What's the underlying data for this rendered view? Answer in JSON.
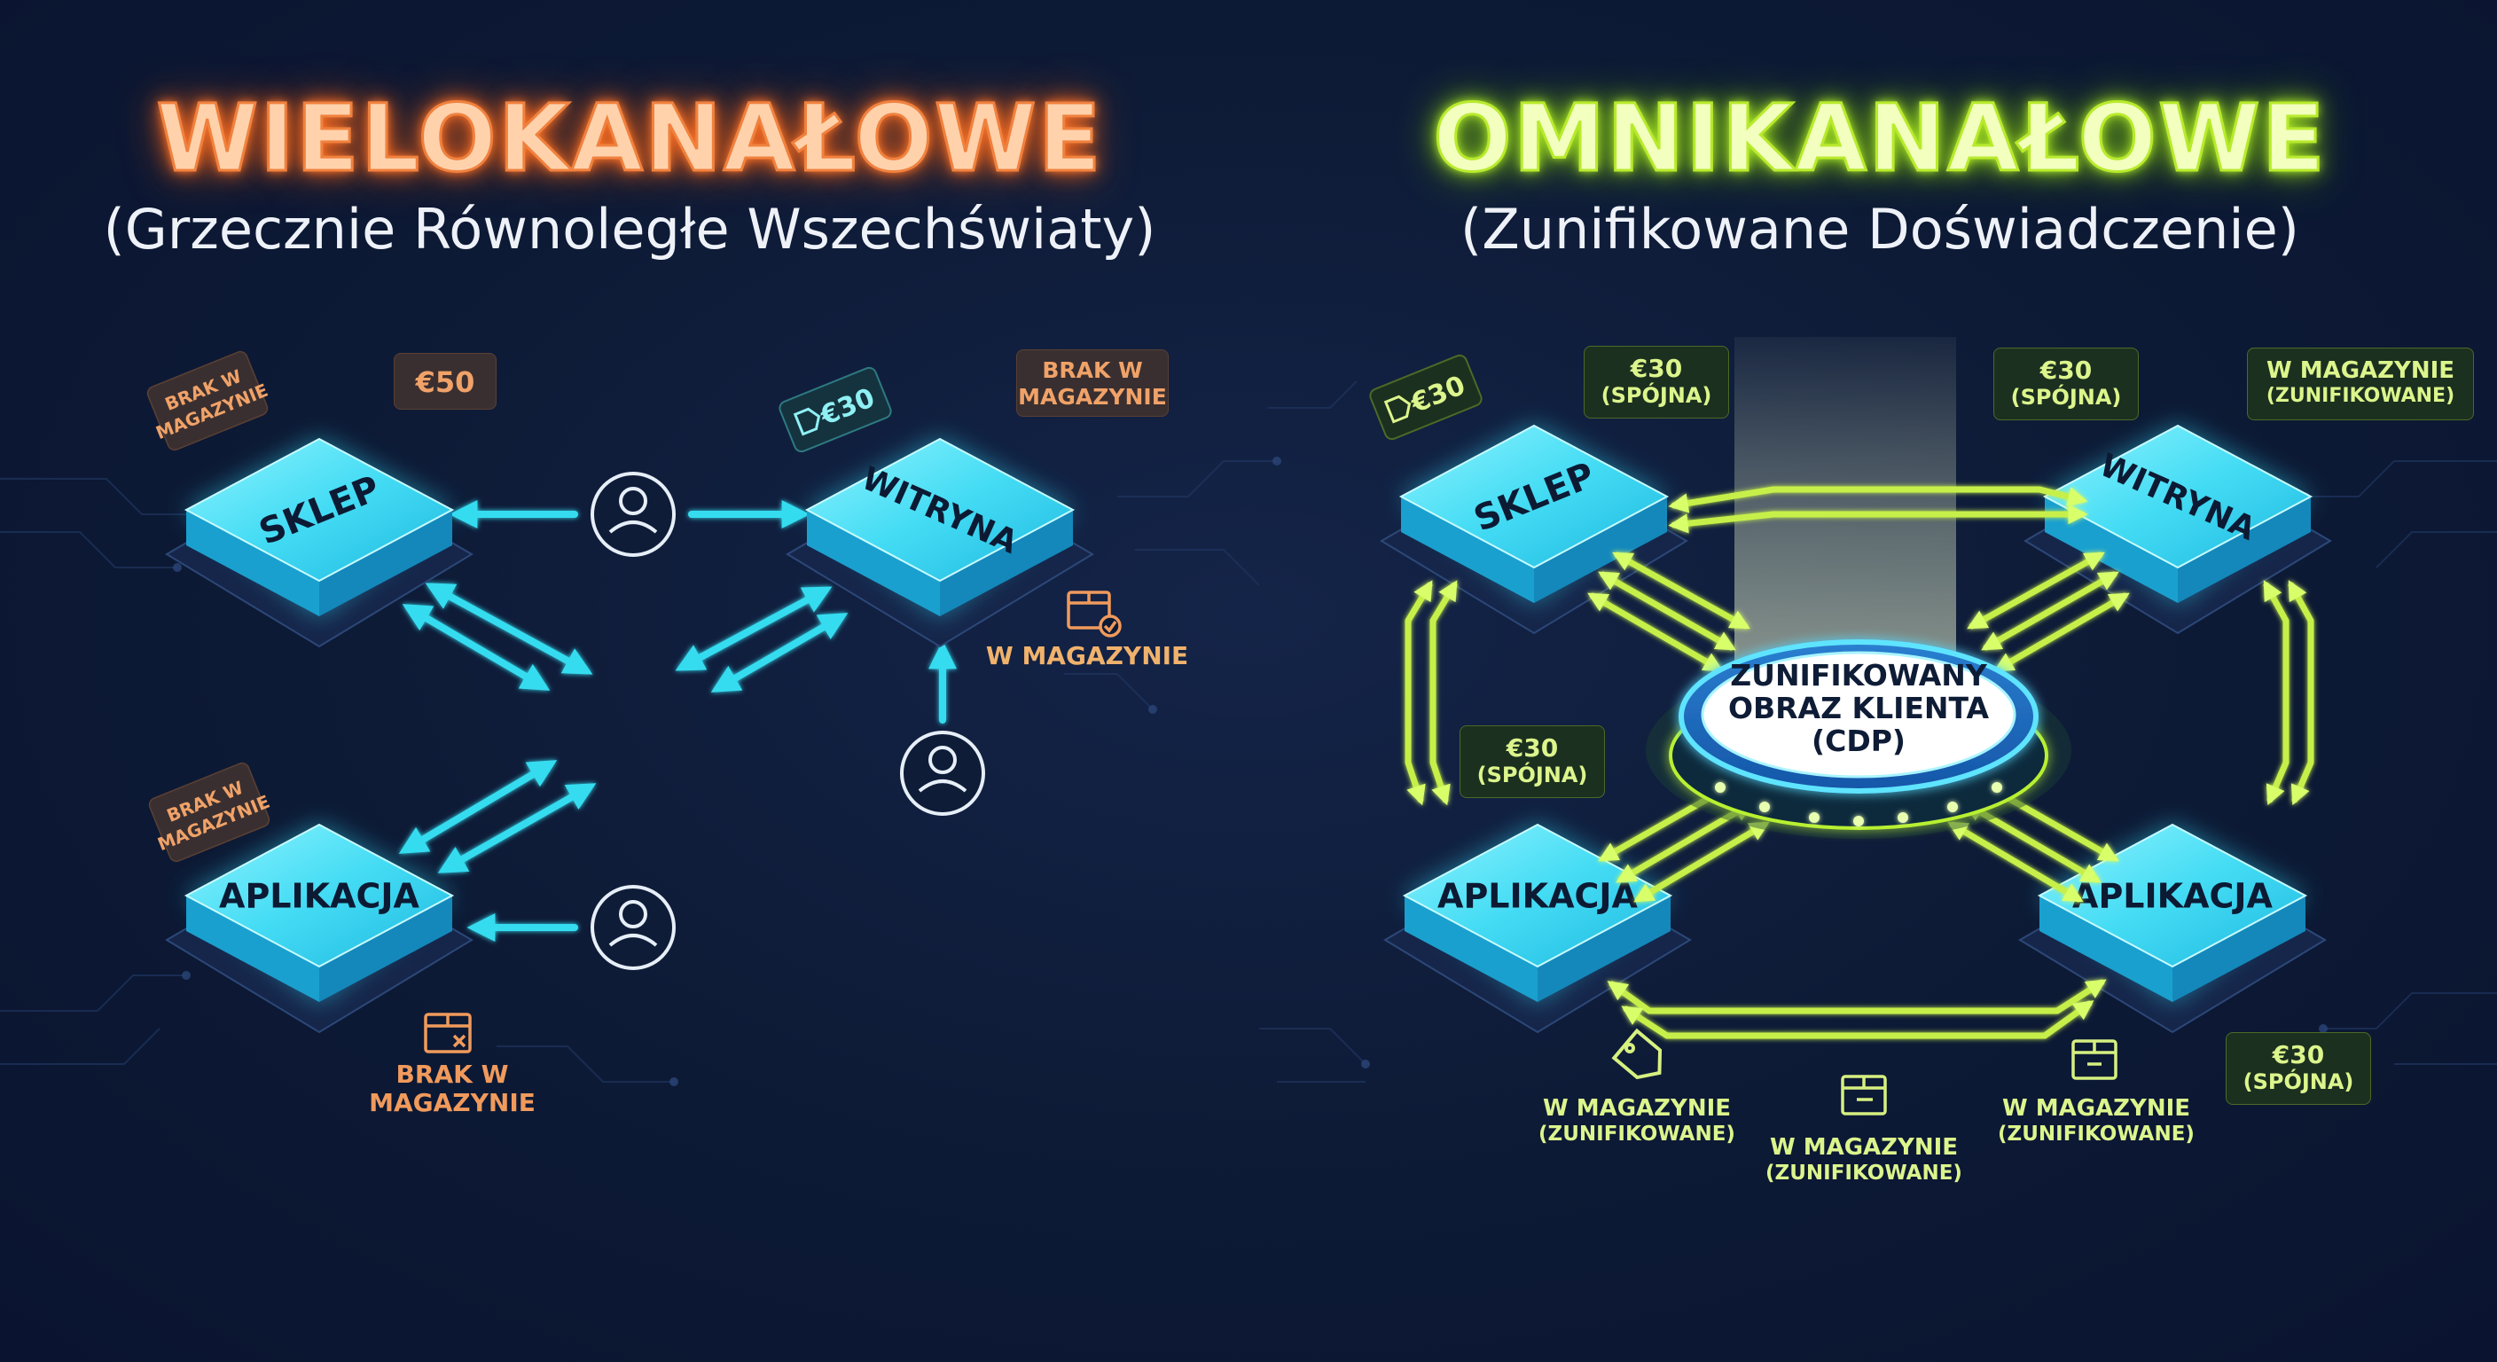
{
  "multichannel": {
    "title": "WIELOKANAŁOWE",
    "subtitle": "(Grzecznie Równoległe Wszechświaty)",
    "nodes": {
      "store": "SKLEP",
      "web": "WITRYNA",
      "app": "APLIKACJA"
    },
    "tags": {
      "store_stock": [
        "BRAK W",
        "MAGAZYNIE"
      ],
      "store_price": "€50",
      "web_price": "€30",
      "web_stock": [
        "BRAK W",
        "MAGAZYNIE"
      ],
      "app_stock": [
        "BRAK W",
        "MAGAZYNIE"
      ]
    },
    "notes": {
      "web_in_stock": "W MAGAZYNIE",
      "app_out_of_stock": [
        "BRAK W",
        "MAGAZYNIE"
      ]
    }
  },
  "omnichannel": {
    "title": "OMNIKANAŁOWE",
    "subtitle": "(Zunifikowane Doświadczenie)",
    "nodes": {
      "store": "SKLEP",
      "web": "WITRYNA",
      "app_left": "APLIKACJA",
      "app_right": "APLIKACJA"
    },
    "hub": [
      "ZUNIFIKOWANY",
      "OBRAZ KLIENTA",
      "(CDP)"
    ],
    "tags": {
      "store_tag_price": "€30",
      "store_price": [
        "€30",
        "(SPÓJNA)"
      ],
      "web_price": [
        "€30",
        "(SPÓJNA)"
      ],
      "web_stock": [
        "W MAGAZYNIE",
        "(ZUNIFIKOWANE)"
      ],
      "app_left_price": [
        "€30",
        "(SPÓJNA)"
      ],
      "app_right_price": [
        "€30",
        "(SPÓJNA)"
      ]
    },
    "notes": {
      "stock_left": [
        "W MAGAZYNIE",
        "(ZUNIFIKOWANE)"
      ],
      "stock_center": [
        "W MAGAZYNIE",
        "(ZUNIFIKOWANE)"
      ],
      "stock_right": [
        "W MAGAZYNIE",
        "(ZUNIFIKOWANE)"
      ]
    }
  },
  "colors": {
    "background": "#0d1a35",
    "orange_neon": "#ff7a2e",
    "green_neon": "#b8f030",
    "cyan_block": "#3fd9f2",
    "cyan_arrow": "#36dcef",
    "lime_arrow": "#c6f04a"
  },
  "icons": [
    "user-icon",
    "price-tag-icon",
    "box-check-icon",
    "box-cross-icon",
    "box-icon"
  ]
}
